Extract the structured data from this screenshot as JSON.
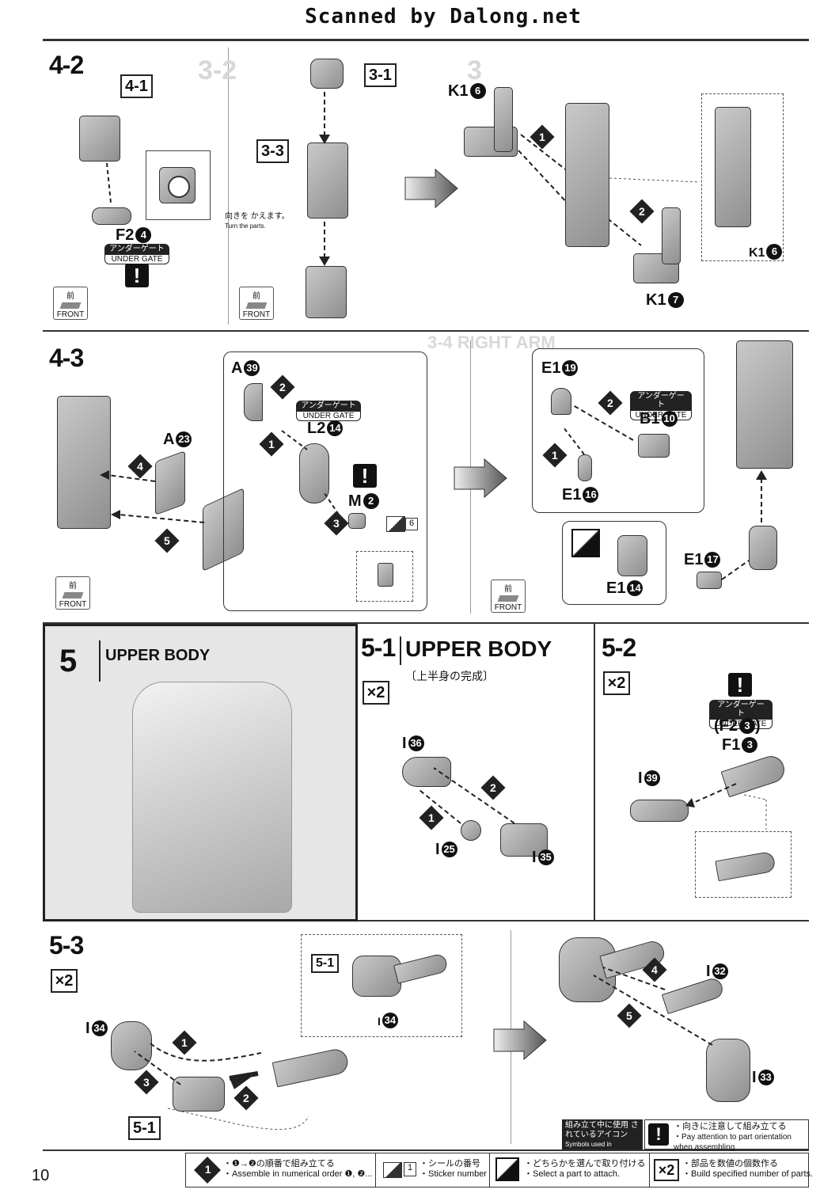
{
  "header": {
    "scan_credit": "Scanned by Dalong.net"
  },
  "page_number": "10",
  "front_label": {
    "jp": "前",
    "en": "FRONT"
  },
  "under_gate": {
    "jp": "アンダーゲート",
    "en": "UNDER GATE"
  },
  "step_4_2": {
    "title": "4-2",
    "ref_4_1": "4-1",
    "ref_3_1": "3-1",
    "ref_3_3": "3-3",
    "part_f2": "F2",
    "part_f2_num": "4",
    "turn_jp": "向きを かえます。",
    "turn_en": "Turn the parts.",
    "part_k1_6": "K1",
    "part_k1_6_num": "6",
    "part_k1_7": "K1",
    "part_k1_7_num": "7",
    "part_k1_6b": "K1",
    "part_k1_6b_num": "6",
    "steps": [
      "1",
      "2"
    ]
  },
  "step_4_3": {
    "title": "4-3",
    "part_a39": "A",
    "part_a39_num": "39",
    "part_a23": "A",
    "part_a23_num": "23",
    "part_l2": "L2",
    "part_l2_num": "14",
    "part_m": "M",
    "part_m_num": "2",
    "sticker": "6",
    "part_e1_19": "E1",
    "part_e1_19_num": "19",
    "part_b1": "B1",
    "part_b1_num": "10",
    "part_e1_16": "E1",
    "part_e1_16_num": "16",
    "part_e1_17": "E1",
    "part_e1_17_num": "17",
    "part_e1_14": "E1",
    "part_e1_14_num": "14",
    "steps": [
      "1",
      "2",
      "3",
      "4",
      "5"
    ]
  },
  "step_5": {
    "number": "5",
    "title": "UPPER BODY"
  },
  "step_5_1": {
    "number": "5-1",
    "title": "UPPER BODY",
    "subtitle_jp": "〔上半身の完成〕",
    "multiplier": "×2",
    "part_i36": "I",
    "part_i36_num": "36",
    "part_i25": "I",
    "part_i25_num": "25",
    "part_i35": "I",
    "part_i35_num": "35",
    "steps": [
      "1",
      "2"
    ]
  },
  "step_5_2": {
    "number": "5-2",
    "multiplier": "×2",
    "part_f2": "(F2",
    "part_f2_num": "3",
    "part_f2_close": ")",
    "part_f1": "F1",
    "part_f1_num": "3",
    "part_i39": "I",
    "part_i39_num": "39"
  },
  "step_5_3": {
    "number": "5-3",
    "multiplier": "×2",
    "ref_5_1": "5-1",
    "ref_5_1_b": "5-1",
    "part_i34": "I",
    "part_i34_num": "34",
    "part_i34_b": "I",
    "part_i34_b_num": "34",
    "part_i32": "I",
    "part_i32_num": "32",
    "part_i33": "I",
    "part_i33_num": "33",
    "steps": [
      "1",
      "2",
      "3",
      "4",
      "5"
    ]
  },
  "legend": {
    "header_jp": "組み立て中に使用 されているアイコン",
    "header_en": "Symbols used in instructions",
    "attention_jp": "・向きに注意して組み立てる",
    "attention_en": "・Pay attention to part orientation when assembling.",
    "order_jp": "・❶→❷の順番で組み立てる",
    "order_en": "・Assemble in numerical order ❶, ❷...",
    "sticker_jp": "・シールの番号",
    "sticker_en": "・Sticker number",
    "sticker_icon_num": "1",
    "choose_jp": "・どちらかを選んで取り付ける",
    "choose_en": "・Select a part to attach.",
    "build_jp": "・部品を数値の個数作る",
    "build_en": "・Build specified number of parts.",
    "build_icon": "×2",
    "order_icon": "1"
  },
  "icons": [
    "front-arrow-icon",
    "warning-icon",
    "select-part-icon",
    "sticker-icon",
    "step-order-icon"
  ]
}
